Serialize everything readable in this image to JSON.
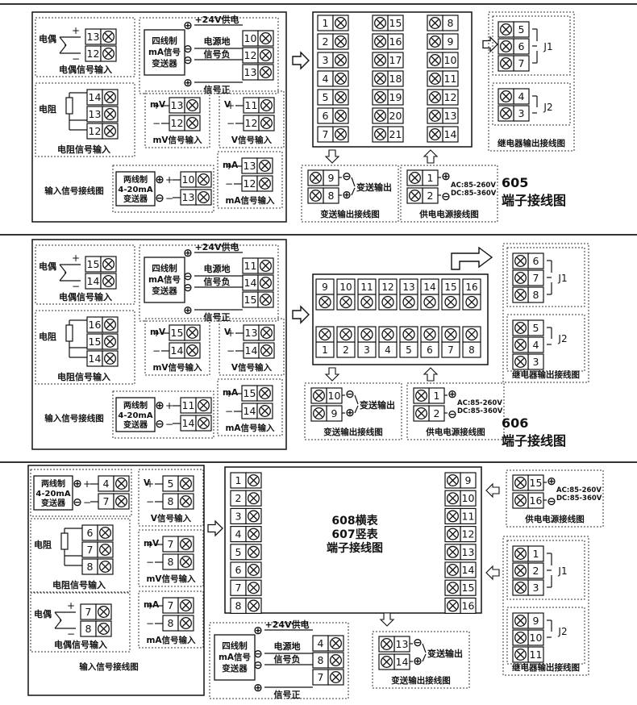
{
  "sections": [
    {
      "id": "605",
      "model_title": "605",
      "model_subtitle": "端子接线图",
      "input_title": "输入信号接线图",
      "blocks": {
        "thermocouple": {
          "label": "电偶",
          "caption": "电偶信号输入",
          "terms": [
            "13",
            "12"
          ],
          "signs": [
            "+",
            "−"
          ]
        },
        "four_wire": {
          "box": [
            "四线制",
            "mA信号",
            "变送器"
          ],
          "lines": [
            "+24V供电",
            "电源地",
            "信号负",
            "信号正"
          ],
          "terms": [
            "10",
            "12",
            "13"
          ],
          "signs": [
            "⊕",
            "⊖",
            "⊖",
            "⊕"
          ]
        },
        "rtd": {
          "label": "电阻",
          "caption": "电阻信号输入",
          "terms": [
            "14",
            "13",
            "12"
          ]
        },
        "mv": {
          "unit": "mV",
          "caption": "mV信号输入",
          "terms": [
            "13",
            "12"
          ],
          "signs": [
            "+",
            "−"
          ]
        },
        "v": {
          "unit": "V",
          "caption": "V信号输入",
          "terms": [
            "11",
            "12"
          ],
          "signs": [
            "+",
            "−"
          ]
        },
        "two_wire": {
          "box": [
            "两线制",
            "4-20mA",
            "变送器"
          ],
          "terms": [
            "10",
            "13"
          ],
          "signs": [
            "⊕",
            "⊖",
            "+",
            "−"
          ]
        },
        "ma": {
          "unit": "mA",
          "caption": "mA信号输入",
          "terms": [
            "13",
            "12"
          ],
          "signs": [
            "+",
            "−"
          ]
        }
      },
      "terminal_columns": [
        [
          "1",
          "2",
          "3",
          "4",
          "5",
          "6",
          "7"
        ],
        [
          "15",
          "16",
          "17",
          "18",
          "19",
          "20",
          "21"
        ],
        [
          "8",
          "9",
          "10",
          "11",
          "12",
          "13",
          "14"
        ]
      ],
      "relay": {
        "caption": "继电器输出接线图",
        "j1": {
          "label": "J1",
          "terms": [
            "5",
            "6",
            "7"
          ]
        },
        "j2": {
          "label": "J2",
          "terms": [
            "4",
            "3"
          ]
        }
      },
      "transmit": {
        "caption": "变送输出接线图",
        "label": "变送输出",
        "terms": [
          "9",
          "8"
        ],
        "signs": [
          "⊖",
          "⊕"
        ]
      },
      "power": {
        "caption": "供电电源接线图",
        "terms": [
          "1",
          "2"
        ],
        "ac": "AC:85-260V",
        "dc": "DC:85-360V",
        "signs": [
          "⊕",
          "⊖"
        ]
      }
    },
    {
      "id": "606",
      "model_title": "606",
      "model_subtitle": "端子接线图",
      "input_title": "输入信号接线图",
      "blocks": {
        "thermocouple": {
          "label": "电偶",
          "caption": "电偶信号输入",
          "terms": [
            "15",
            "14"
          ],
          "signs": [
            "+",
            "−"
          ]
        },
        "four_wire": {
          "box": [
            "四线制",
            "mA信号",
            "变送器"
          ],
          "lines": [
            "+24V供电",
            "电源地",
            "信号负",
            "信号正"
          ],
          "terms": [
            "11",
            "14",
            "15"
          ],
          "signs": [
            "⊕",
            "⊖",
            "⊖",
            "⊕"
          ]
        },
        "rtd": {
          "label": "电阻",
          "caption": "电阻信号输入",
          "terms": [
            "16",
            "15",
            "14"
          ]
        },
        "mv": {
          "unit": "mV",
          "caption": "mV信号输入",
          "terms": [
            "15",
            "14"
          ],
          "signs": [
            "+",
            "−"
          ]
        },
        "v": {
          "unit": "V",
          "caption": "V信号输入",
          "terms": [
            "13",
            "14"
          ],
          "signs": [
            "+",
            "−"
          ]
        },
        "two_wire": {
          "box": [
            "两线制",
            "4-20mA",
            "变送器"
          ],
          "terms": [
            "11",
            "14"
          ],
          "signs": [
            "⊕",
            "⊖",
            "+",
            "−"
          ]
        },
        "ma": {
          "unit": "mA",
          "caption": "mA信号输入",
          "terms": [
            "15",
            "14"
          ],
          "signs": [
            "+",
            "−"
          ]
        }
      },
      "terminal_rows": [
        [
          "9",
          "10",
          "11",
          "12",
          "13",
          "14",
          "15",
          "16"
        ],
        [
          "1",
          "2",
          "3",
          "4",
          "5",
          "6",
          "7",
          "8"
        ]
      ],
      "relay": {
        "caption": "继电器输出接线图",
        "j1": {
          "label": "J1",
          "terms": [
            "6",
            "7",
            "8"
          ]
        },
        "j2": {
          "label": "J2",
          "terms": [
            "5",
            "4",
            "3"
          ]
        }
      },
      "transmit": {
        "caption": "变送输出接线图",
        "label": "变送输出",
        "terms": [
          "10",
          "9"
        ],
        "signs": [
          "⊖",
          "⊕"
        ]
      },
      "power": {
        "caption": "供电电源接线图",
        "terms": [
          "1",
          "2"
        ],
        "ac": "AC:85-260V",
        "dc": "DC:85-360V",
        "signs": [
          "⊕",
          "⊖"
        ]
      }
    },
    {
      "id": "608",
      "model_lines": [
        "608横表",
        "607竖表",
        "端子接线图"
      ],
      "input_title": "输入信号接线图",
      "blocks": {
        "two_wire": {
          "box": [
            "两线制",
            "4-20mA",
            "变送器"
          ],
          "terms": [
            "4",
            "7"
          ],
          "signs": [
            "⊕",
            "⊖",
            "+",
            "−"
          ]
        },
        "v": {
          "unit": "V",
          "caption": "V信号输入",
          "terms": [
            "5",
            "8"
          ],
          "signs": [
            "+",
            "−"
          ]
        },
        "rtd": {
          "label": "电阻",
          "caption": "电阻信号输入",
          "terms": [
            "6",
            "7",
            "8"
          ]
        },
        "mv": {
          "unit": "mV",
          "caption": "mV信号输入",
          "terms": [
            "7",
            "8"
          ],
          "signs": [
            "+",
            "−"
          ]
        },
        "thermocouple": {
          "label": "电偶",
          "caption": "电偶信号输入",
          "terms": [
            "7",
            "8"
          ],
          "signs": [
            "+",
            "−"
          ]
        },
        "ma": {
          "unit": "mA",
          "caption": "mA信号输入",
          "terms": [
            "7",
            "8"
          ],
          "signs": [
            "+",
            "−"
          ]
        },
        "four_wire": {
          "box": [
            "四线制",
            "mA信号",
            "变送器"
          ],
          "lines": [
            "+24V供电",
            "电源地",
            "信号负",
            "信号正"
          ],
          "terms": [
            "4",
            "8",
            "7"
          ],
          "signs": [
            "⊕",
            "⊖",
            "⊖",
            "⊕"
          ]
        }
      },
      "terminal_columns": [
        [
          "1",
          "2",
          "3",
          "4",
          "5",
          "6",
          "7",
          "8"
        ],
        [
          "9",
          "10",
          "11",
          "12",
          "13",
          "14",
          "15",
          "16"
        ]
      ],
      "relay": {
        "caption": "继电器输出接线图",
        "j1": {
          "label": "J1",
          "terms": [
            "1",
            "2",
            "3"
          ]
        },
        "j2": {
          "label": "J2",
          "terms": [
            "9",
            "10",
            "11"
          ]
        }
      },
      "transmit": {
        "caption": "变送输出接线图",
        "label": "变送输出",
        "terms": [
          "13",
          "14"
        ],
        "signs": [
          "⊖",
          "⊕"
        ]
      },
      "power": {
        "caption": "供电电源接线图",
        "terms": [
          "15",
          "16"
        ],
        "ac": "AC:85-260V",
        "dc": "DC:85-360V",
        "signs": [
          "⊕",
          "⊖"
        ]
      }
    }
  ]
}
